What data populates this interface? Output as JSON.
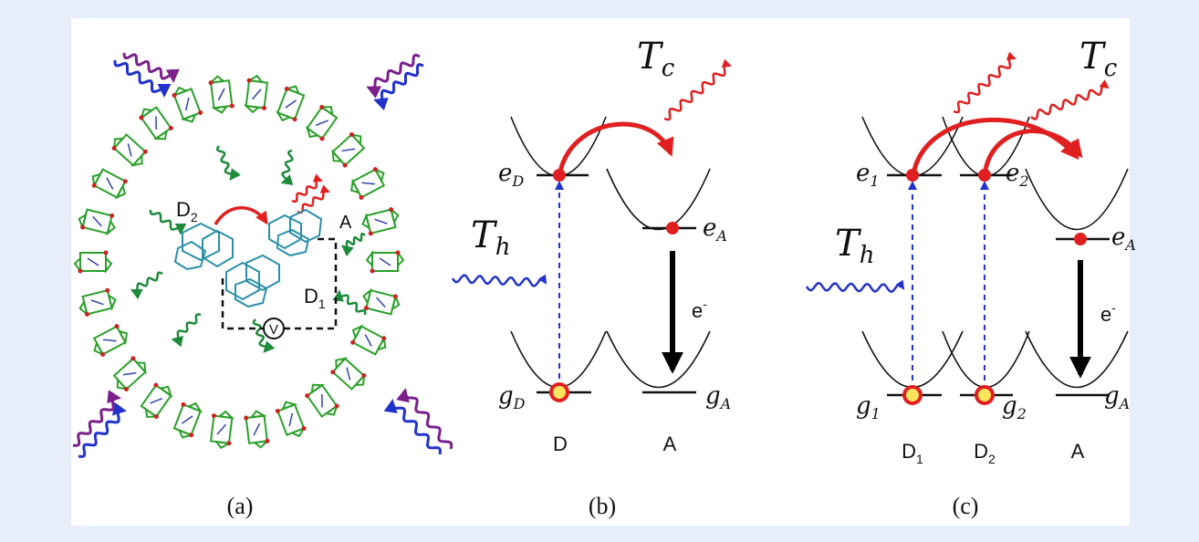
{
  "panel_a": {
    "caption": "(a)",
    "donor_1": "D",
    "donor_1_sub": "1",
    "donor_2": "D",
    "donor_2_sub": "2",
    "acceptor": "A",
    "voltmeter": "V"
  },
  "panel_b": {
    "caption": "(b)",
    "T_hot": "T",
    "T_hot_sub": "h",
    "T_cold": "T",
    "T_cold_sub": "c",
    "eD": "e",
    "eD_sub": "D",
    "eA": "e",
    "eA_sub": "A",
    "gD": "g",
    "gD_sub": "D",
    "gA": "g",
    "gA_sub": "A",
    "electron": "e",
    "electron_sup": "-",
    "donor": "D",
    "acceptor": "A"
  },
  "panel_c": {
    "caption": "(c)",
    "T_hot": "T",
    "T_hot_sub": "h",
    "T_cold": "T",
    "T_cold_sub": "c",
    "e1": "e",
    "e1_sub": "1",
    "e2": "e",
    "e2_sub": "2",
    "eA": "e",
    "eA_sub": "A",
    "g1": "g",
    "g1_sub": "1",
    "g2": "g",
    "g2_sub": "2",
    "gA": "g",
    "gA_sub": "A",
    "electron": "e",
    "electron_sup": "-",
    "donor_1": "D",
    "donor_1_sub": "1",
    "donor_2": "D",
    "donor_2_sub": "2",
    "acceptor": "A"
  },
  "colors": {
    "background": "#e8eef9",
    "panel": "#ffffff",
    "excitation_arrow": "#2233cc",
    "transfer_arrow": "#e02020",
    "chlorophyll_green": "#2aa02a",
    "reaction_center": "#2b8fa8",
    "absorbed_photon_green": "#1e8a3c",
    "incoming_photon_purple": "#7a1f8c",
    "state_dot": "#e02020",
    "ground_dot_fill": "#ffe45c"
  }
}
